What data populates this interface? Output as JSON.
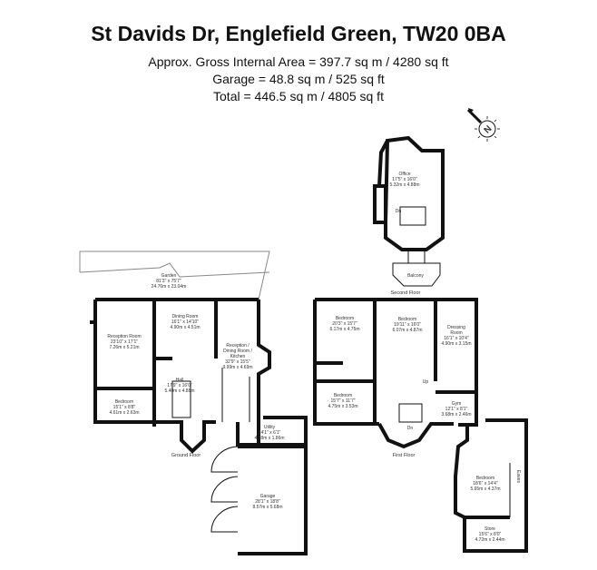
{
  "header": {
    "title": "St Davids Dr, Englefield Green, TW20 0BA",
    "lines": [
      "Approx. Gross Internal Area = 397.7 sq m / 4280 sq ft",
      "Garage = 48.8 sq m / 525 sq ft",
      "Total = 446.5 sq m / 4805 sq ft"
    ]
  },
  "compass": {
    "label": "N"
  },
  "floors": {
    "ground": "Ground Floor",
    "first": "First Floor",
    "second": "Second Floor"
  },
  "rooms": {
    "garden": [
      "Garden",
      "81'3\" x 75'7\"",
      "24.76m x 23.04m"
    ],
    "reception": [
      "Reception Room",
      "23'10\" x 17'1\"",
      "7.26m x 5.21m"
    ],
    "dining": [
      "Dining Room",
      "16'1\" x 14'10\"",
      "4.90m x 4.51m"
    ],
    "kitchen": [
      "Reception /",
      "Dining Room /",
      "Kitchen",
      "32'9\" x 15'5\"",
      "9.99m x 4.69m"
    ],
    "hall": [
      "Hall",
      "17'9\" x 16'0\"",
      "5.40m x 4.88m"
    ],
    "gbedroom": [
      "Bedroom",
      "15'1\" x 8'8\"",
      "4.61m x 2.63m"
    ],
    "utility": [
      "Utility",
      "14'1\" x 6'1\"",
      "4.28m x 1.86m"
    ],
    "garage": [
      "Garage",
      "28'1\" x 18'8\"",
      "8.57m x 5.68m"
    ],
    "bed1": [
      "Bedroom",
      "20'3\" x 15'7\"",
      "6.17m x 4.75m"
    ],
    "bed2": [
      "Bedroom",
      "19'11\" x 16'0\"",
      "6.07m x 4.87m"
    ],
    "dressing": [
      "Dressing",
      "Room",
      "16'1\" x 10'4\"",
      "4.90m x 3.15m"
    ],
    "bed3": [
      "Bedroom",
      "15'7\" x 11'7\"",
      "4.75m x 3.53m"
    ],
    "gym": [
      "Gym",
      "12'1\" x 8'1\"",
      "3.68m x 2.46m"
    ],
    "bed4": [
      "Bedroom",
      "18'6\" x 14'4\"",
      "5.65m x 4.37m"
    ],
    "store": [
      "Store",
      "15'6\" x 8'0\"",
      "4.72m x 2.44m"
    ],
    "eaves": [
      "Eaves"
    ],
    "office": [
      "Office",
      "17'5\" x 16'0\"",
      "5.32m x 4.88m"
    ],
    "balcony": [
      "Balcony"
    ],
    "stair_dn": [
      "Dn"
    ],
    "stair_up": [
      "Up"
    ]
  }
}
